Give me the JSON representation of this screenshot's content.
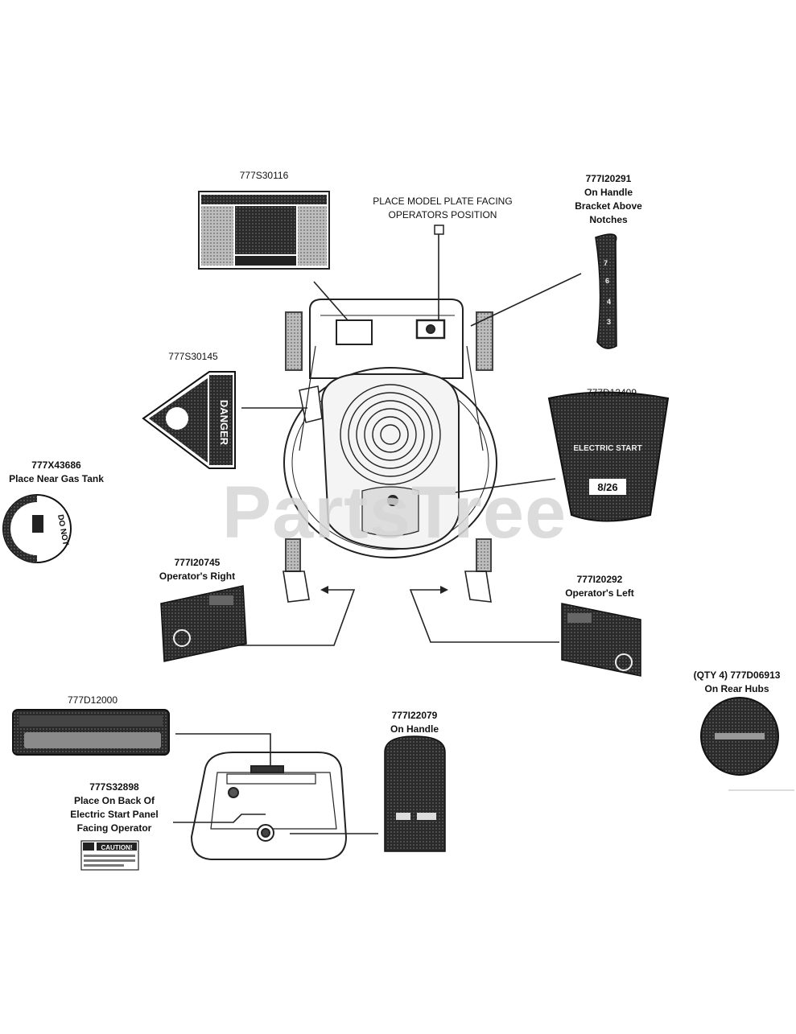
{
  "watermark": "PartsTree",
  "labels": {
    "s30116": {
      "part": "777S30116"
    },
    "model_plate": {
      "line1": "PLACE MODEL PLATE FACING",
      "line2": "OPERATORS POSITION"
    },
    "i20291": {
      "part": "777I20291",
      "line1": "On Handle",
      "line2": "Bracket Above",
      "line3": "Notches"
    },
    "s30145": {
      "part": "777S30145"
    },
    "d13409": {
      "part": "777D13409"
    },
    "x43686": {
      "part": "777X43686",
      "line1": "Place Near Gas Tank"
    },
    "i20745": {
      "part": "777I20745",
      "line1": "Operator's Right"
    },
    "i20292": {
      "part": "777I20292",
      "line1": "Operator's Left"
    },
    "d06913": {
      "part": "(QTY 4) 777D06913",
      "line1": "On Rear Hubs"
    },
    "d12000": {
      "part": "777D12000"
    },
    "i22079": {
      "part": "777I22079",
      "line1": "On Handle"
    },
    "s32898": {
      "part": "777S32898",
      "line1": "Place On Back Of",
      "line2": "Electric Start Panel",
      "line3": "Facing Operator"
    }
  },
  "decals": {
    "danger_word": "DANGER",
    "caution_word": "CAUTION!",
    "do_not": "DO NOT",
    "electric_start": "ELECTRIC START",
    "easy_steer": "8/26"
  }
}
